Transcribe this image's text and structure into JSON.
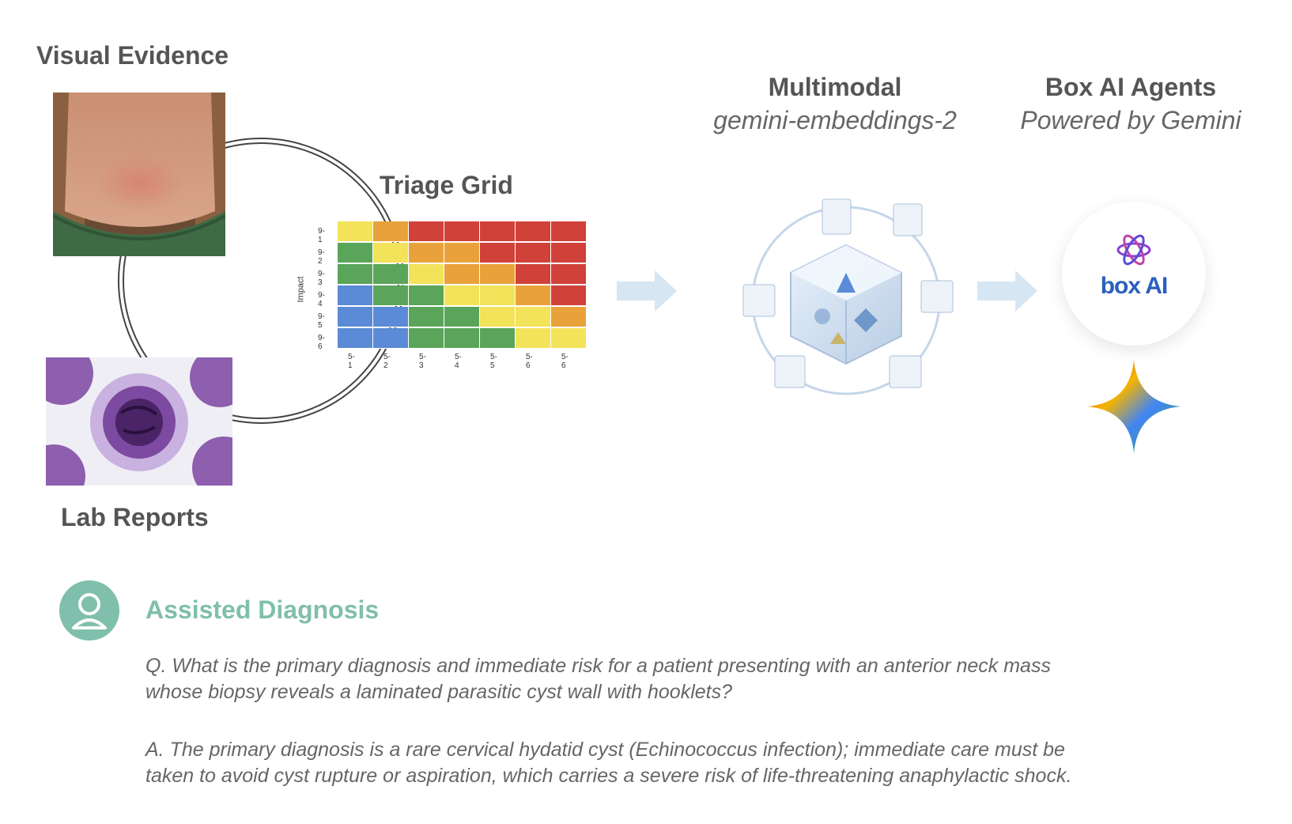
{
  "labels": {
    "visual_evidence": "Visual Evidence",
    "lab_reports": "Lab Reports",
    "triage_grid": "Triage Grid",
    "multimodal_title": "Multimodal",
    "multimodal_sub": "gemini-embeddings-2",
    "agents_title": "Box AI Agents",
    "agents_sub": "Powered by Gemini",
    "boxai_logo_text": "box AI"
  },
  "triage_grid": {
    "y_axis_label": "Impact",
    "row_labels": [
      "9-1",
      "9-2",
      "9-3",
      "9-4",
      "9-5",
      "9-6"
    ],
    "col_labels": [
      "5-1",
      "5-2",
      "5-3",
      "5-4",
      "5-5",
      "5-6",
      "5-6"
    ],
    "cells": [
      [
        "yellow",
        "orange",
        "red",
        "red",
        "red",
        "red",
        "red"
      ],
      [
        "green",
        "yellow",
        "orange",
        "orange",
        "red",
        "red",
        "red"
      ],
      [
        "green",
        "green",
        "yellow",
        "orange",
        "orange",
        "red",
        "red"
      ],
      [
        "blue",
        "green",
        "green",
        "yellow",
        "yellow",
        "orange",
        "red"
      ],
      [
        "blue",
        "blue",
        "green",
        "green",
        "yellow",
        "yellow",
        "orange"
      ],
      [
        "blue",
        "blue",
        "green",
        "green",
        "green",
        "yellow",
        "yellow"
      ]
    ],
    "colors": {
      "yellow": "#f2e35a",
      "orange": "#e9a23b",
      "red": "#d0413a",
      "green": "#5aa55a",
      "blue": "#5b8ad6"
    }
  },
  "icons": {
    "person": "person-avatar-icon",
    "gemini": "gemini-sparkle-icon",
    "boxai": "box-ai-logo-icon",
    "embeddings": "multimodal-cube-icon"
  },
  "diagnosis": {
    "title": "Assisted Diagnosis",
    "question_line1": "Q. What is the primary diagnosis and immediate risk for a patient presenting with an anterior neck mass",
    "question_line2": "whose biopsy reveals a laminated parasitic cyst wall with hooklets?",
    "answer_line1": "A. The primary diagnosis is a rare cervical hydatid cyst (Echinococcus infection); immediate care must be",
    "answer_line2": "taken to avoid cyst rupture or aspiration, which carries a severe risk of life-threatening anaphylactic shock."
  },
  "colors": {
    "accent_teal": "#7fbfab",
    "heading_gray": "#555555",
    "arrow_blue": "#d6e6f3"
  }
}
